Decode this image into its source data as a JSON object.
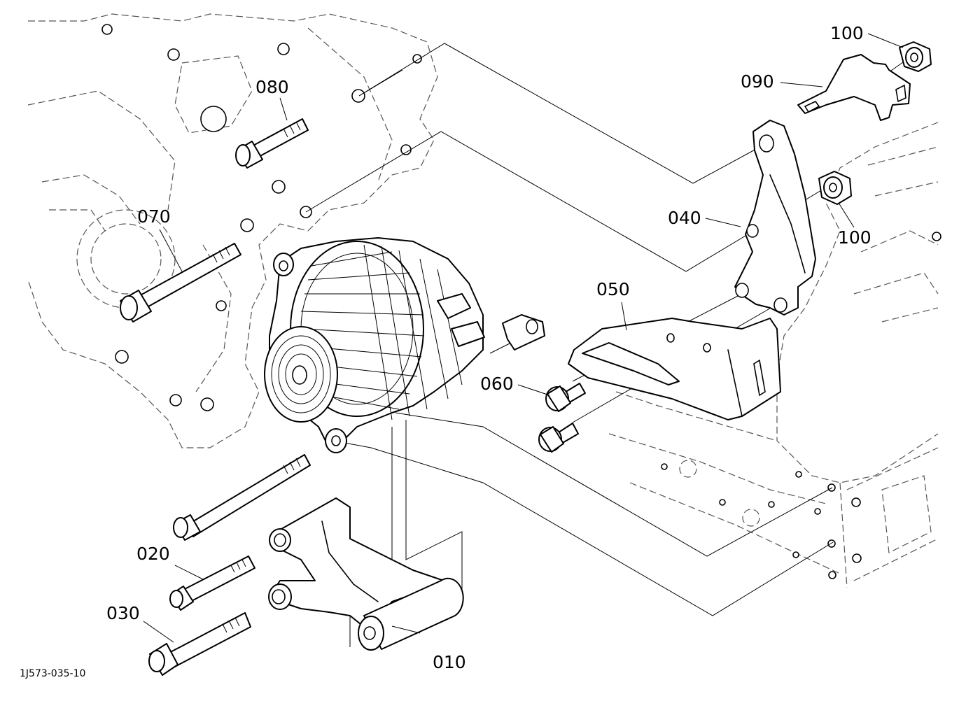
{
  "figure_id": "1J573-035-10",
  "callouts": [
    {
      "id": "010",
      "label": "010"
    },
    {
      "id": "020",
      "label": "020"
    },
    {
      "id": "030",
      "label": "030"
    },
    {
      "id": "040",
      "label": "040"
    },
    {
      "id": "050",
      "label": "050"
    },
    {
      "id": "060",
      "label": "060"
    },
    {
      "id": "070",
      "label": "070"
    },
    {
      "id": "080",
      "label": "080"
    },
    {
      "id": "090",
      "label": "090"
    },
    {
      "id": "100a",
      "label": "100"
    },
    {
      "id": "100b",
      "label": "100"
    }
  ]
}
